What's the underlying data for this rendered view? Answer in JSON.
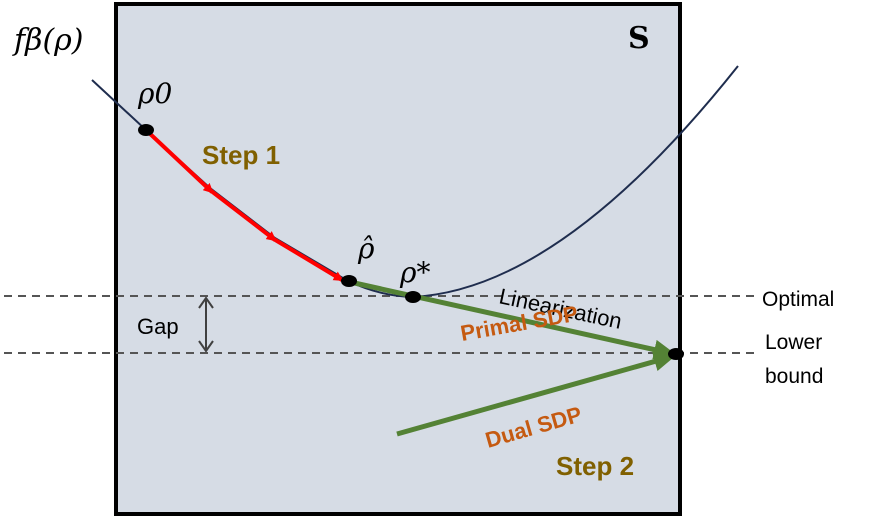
{
  "function_label": "fβ(ρ)",
  "set_label": "S",
  "points": {
    "rho0": "ρ0",
    "rho_hat": "ρ̂",
    "rho_star": "ρ*"
  },
  "steps": {
    "step1": "Step 1",
    "step2": "Step 2"
  },
  "arrows": {
    "linearization": "Linearization",
    "primal": "Primal SDP",
    "dual": "Dual SDP"
  },
  "levels": {
    "optimal": "Optimal",
    "lower_bound_line1": "Lower",
    "lower_bound_line2": "bound",
    "gap": "Gap"
  },
  "colors": {
    "box_fill": "#d6dce5",
    "curve": "#1f2d4e",
    "step1_arrow": "#ff0000",
    "green_arrow": "#548235",
    "step_text": "#806000",
    "sdp_text": "#c55a11"
  }
}
